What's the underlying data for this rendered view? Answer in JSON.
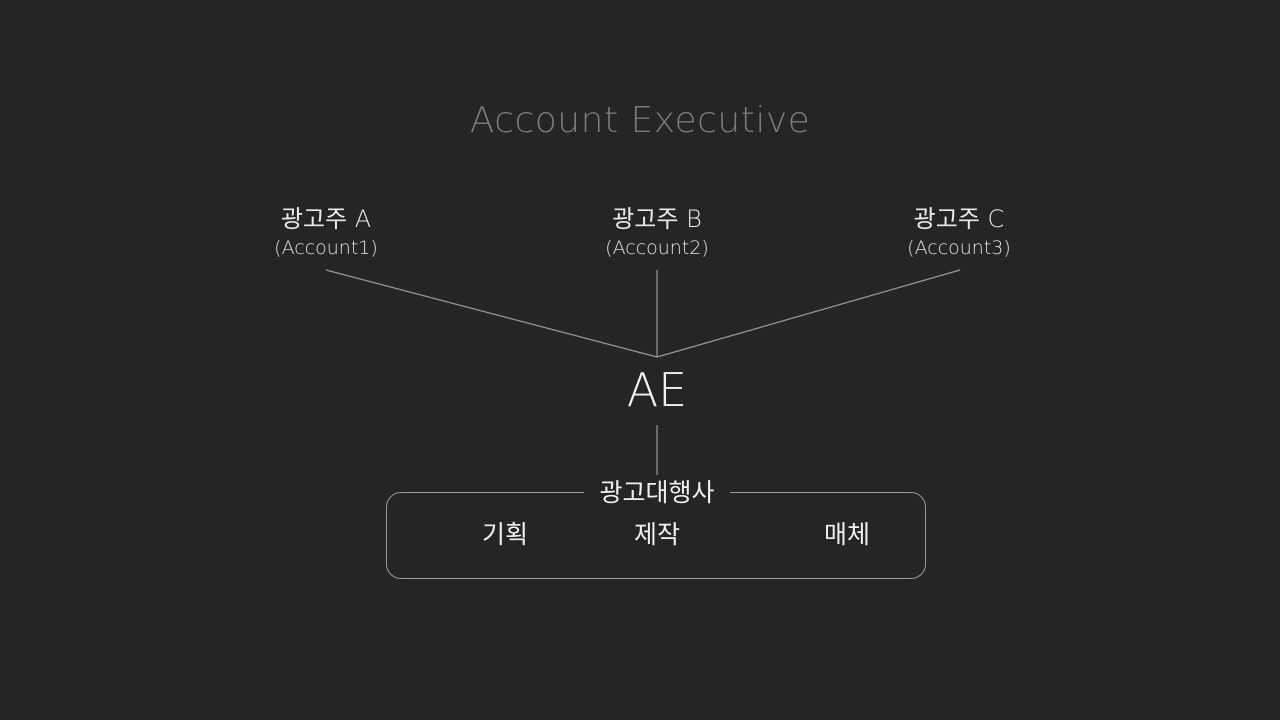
{
  "title": "Account Executive",
  "clients": [
    {
      "name": "광고주 A",
      "account": "(Account1)"
    },
    {
      "name": "광고주 B",
      "account": "(Account2)"
    },
    {
      "name": "광고주 C",
      "account": "(Account3)"
    }
  ],
  "center_node": "AE",
  "agency": {
    "label": "광고대행사",
    "departments": [
      "기획",
      "제작",
      "매체"
    ]
  },
  "colors": {
    "background": "#252525",
    "title": "#7a7a7a",
    "text": "#f0f0f0",
    "lines": "#9a9a9a"
  }
}
